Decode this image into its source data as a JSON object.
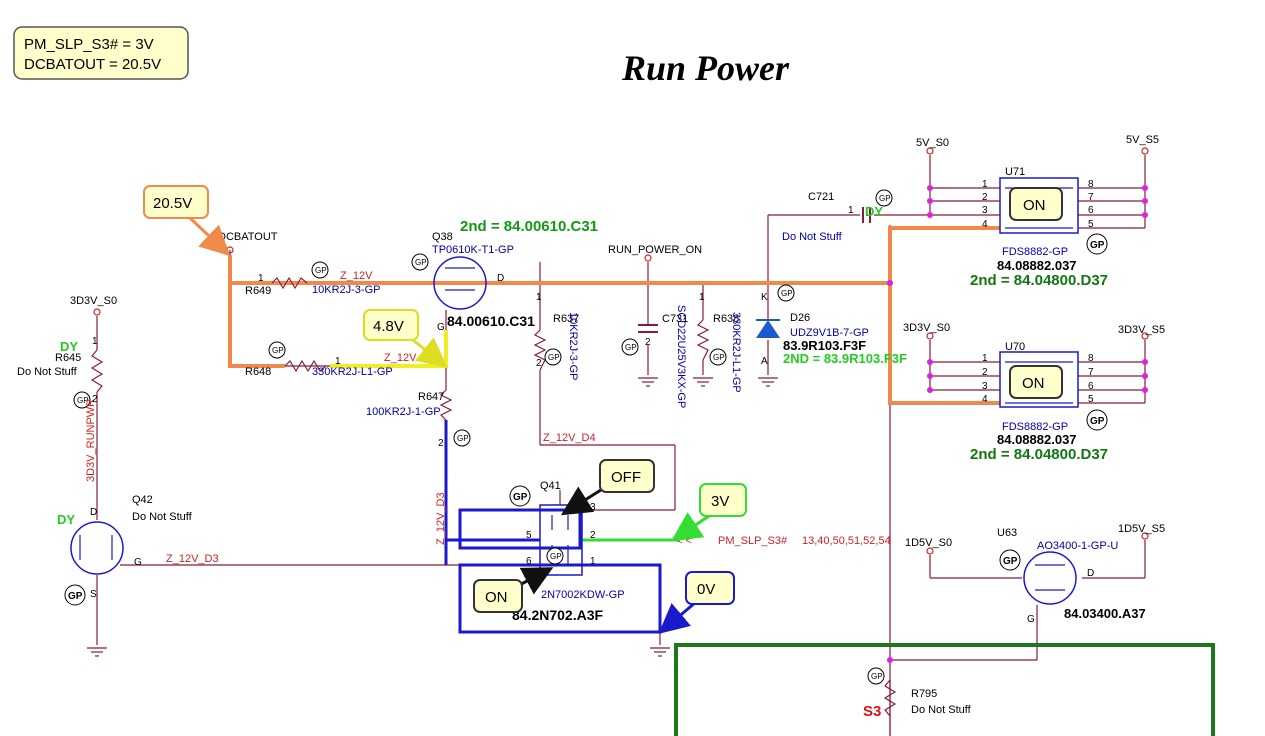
{
  "title": "Run Power",
  "status_box": {
    "line1": "PM_SLP_S3# = 3V",
    "line2": "DCBATOUT = 20.5V"
  },
  "callouts": {
    "v20_5": "20.5V",
    "v4_8": "4.8V",
    "v3": "3V",
    "v0": "0V",
    "off": "OFF",
    "on_q41": "ON",
    "on_u71": "ON",
    "on_u70": "ON"
  },
  "nets": {
    "dcbatout": "DCBATOUT",
    "run_power_on": "RUN_POWER_ON",
    "v3d3_s0_left": "3D3V_S0",
    "v5_s0": "5V_S0",
    "v5_s5": "5V_S5",
    "v3d3_s0_right": "3D3V_S0",
    "v3d3_s5": "3D3V_S5",
    "v1d5_s0": "1D5V_S0",
    "v1d5_s5": "1D5V_S5",
    "z12v_a": "Z_12V",
    "z12v_b": "Z_12V",
    "z12v_d3_h": "Z_12V_D3",
    "z12v_d3_v": "Z_12V_D3",
    "z12v_d4": "Z_12V_D4",
    "runpwr": "3D3V_RUNPWR",
    "pm_slp": "PM_SLP_S3#",
    "pm_slp_pages": "13,40,50,51,52,54"
  },
  "components": {
    "q38": {
      "ref": "Q38",
      "part": "TP0610K-T1-GP",
      "pn": "84.00610.C31",
      "second": "2nd = 84.00610.C31"
    },
    "r649": {
      "ref": "R649",
      "part": "10KR2J-3-GP"
    },
    "r648": {
      "ref": "R648",
      "part": "330KR2J-L1-GP"
    },
    "r647": {
      "ref": "R647",
      "part": "100KR2J-1-GP"
    },
    "r637": {
      "ref": "R637",
      "part": "10KR2J-3-GP"
    },
    "c731": {
      "ref": "C731",
      "part": "SCD22U25V3KX-GP"
    },
    "r638": {
      "ref": "R638",
      "part": "330KR2J-L1-GP"
    },
    "c721": {
      "ref": "C721",
      "note": "Do Not Stuff",
      "dy": "DY"
    },
    "d26": {
      "ref": "D26",
      "part": "UDZ9V1B-7-GP",
      "pn": "83.9R103.F3F",
      "second": "2ND = 83.9R103.F3F"
    },
    "u71": {
      "ref": "U71",
      "part": "FDS8882-GP",
      "pn": "84.08882.037",
      "second": "2nd = 84.04800.D37"
    },
    "u70": {
      "ref": "U70",
      "part": "FDS8882-GP",
      "pn": "84.08882.037",
      "second": "2nd = 84.04800.D37"
    },
    "r645": {
      "ref": "R645",
      "note": "Do Not Stuff",
      "dy": "DY"
    },
    "q42": {
      "ref": "Q42",
      "note": "Do Not Stuff",
      "dy": "DY"
    },
    "q41": {
      "ref": "Q41",
      "part": "2N7002KDW-GP",
      "pn": "84.2N702.A3F"
    },
    "u63": {
      "ref": "U63",
      "part": "AO3400-1-GP-U",
      "pn": "84.03400.A37"
    },
    "r795": {
      "ref": "R795",
      "note": "Do Not Stuff",
      "s3": "S3"
    }
  },
  "pins": {
    "one": "1",
    "two": "2",
    "three": "3",
    "four": "4",
    "five": "5",
    "six": "6",
    "seven": "7",
    "eight": "8",
    "d": "D",
    "g": "G",
    "s": "S",
    "k": "K",
    "a": "A"
  },
  "badges": {
    "gp": "GP"
  },
  "colors": {
    "wire": "#8b1a3a",
    "orange_path": "#f08a4b",
    "yellow_path": "#eeee22",
    "blue_path": "#1a1acc",
    "green_path": "#33dd33",
    "green_box": "#1a7a1a",
    "part_blue": "#0000aa",
    "pin_dot": "#dd22dd",
    "callout_yellow": "#ffffcc"
  }
}
